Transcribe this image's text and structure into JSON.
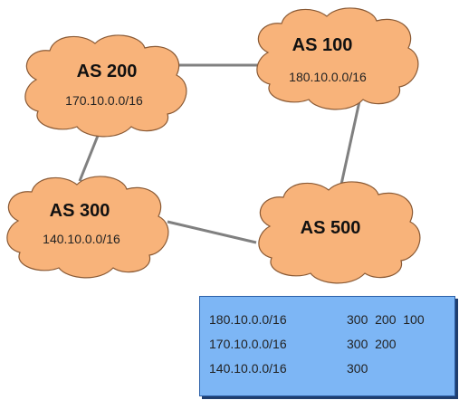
{
  "nodes": [
    {
      "id": "as200",
      "name": "AS 200",
      "prefix": "170.10.0.0/16"
    },
    {
      "id": "as100",
      "name": "AS 100",
      "prefix": "180.10.0.0/16"
    },
    {
      "id": "as300",
      "name": "AS 300",
      "prefix": "140.10.0.0/16"
    },
    {
      "id": "as500",
      "name": "AS 500",
      "prefix": ""
    }
  ],
  "links": [
    {
      "from": "as200",
      "to": "as100"
    },
    {
      "from": "as200",
      "to": "as300"
    },
    {
      "from": "as100",
      "to": "as500"
    },
    {
      "from": "as300",
      "to": "as500"
    }
  ],
  "route_table": [
    {
      "prefix": "180.10.0.0/16",
      "path": "300  200  100"
    },
    {
      "prefix": "170.10.0.0/16",
      "path": "300  200"
    },
    {
      "prefix": "140.10.0.0/16",
      "path": "300"
    }
  ],
  "colors": {
    "cloud_fill": "#f8b37a",
    "cloud_outline": "#8a5a35",
    "link": "#808080",
    "table_fill": "#7db6f5",
    "table_border": "#2b5fa8"
  }
}
